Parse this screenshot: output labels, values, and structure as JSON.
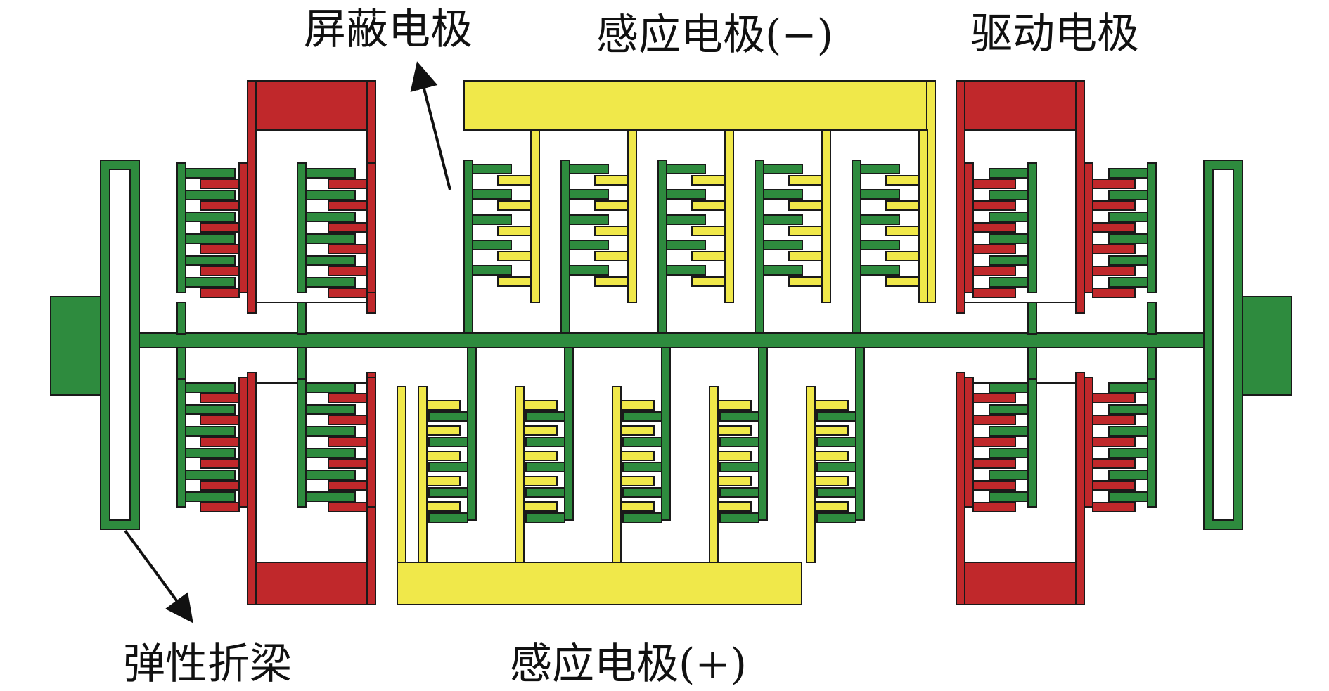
{
  "labels": {
    "shield": "屏蔽电极",
    "sense_neg": "感应电极(−)",
    "drive": "驱动电极",
    "spring": "弹性折梁",
    "sense_pos": "感应电极(+)"
  },
  "colors": {
    "proof_mass": "#2e8b3e",
    "shield_drive": "#c0282b",
    "sense": "#f0e84a",
    "outline": "#1a1a1a",
    "background": "#ffffff",
    "text": "#111111"
  }
}
